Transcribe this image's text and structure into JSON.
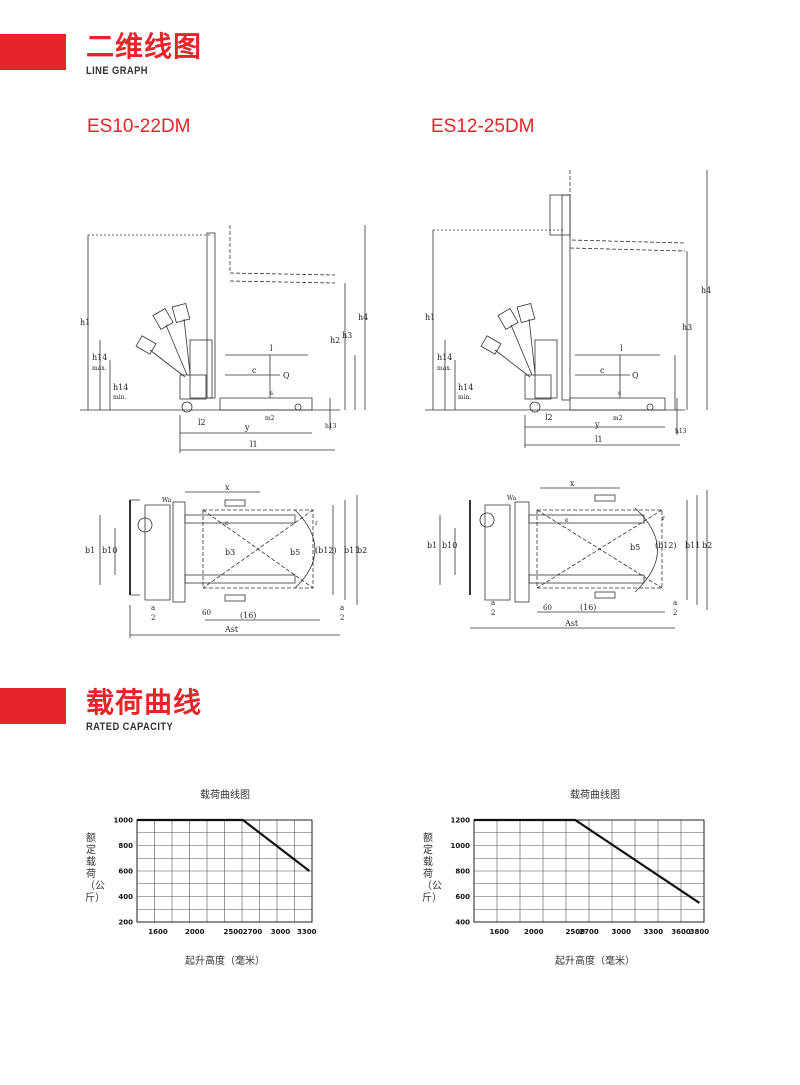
{
  "section1": {
    "title": "二维线图",
    "subtitle": "LINE GRAPH"
  },
  "models": {
    "left": "ES10-22DM",
    "right": "ES12-25DM"
  },
  "dims": {
    "h1": "h1",
    "h2": "h2",
    "h3": "h3",
    "h4": "h4",
    "h13": "h13",
    "h14max": "h14",
    "max": "max.",
    "min": "min.",
    "l": "l",
    "l1": "l1",
    "l2": "l2",
    "c": "c",
    "Q": "Q",
    "s": "s",
    "m2": "m2",
    "y": "y",
    "x": "x",
    "Wa": "Wa",
    "b1": "b1",
    "b10": "b10",
    "b3": "b3",
    "b5": "b5",
    "b12": "(b12)",
    "b11": "b11",
    "b2": "b2",
    "a": "a",
    "two": "2",
    "sixty": "60",
    "sixteen": "(16)",
    "Ast": "Ast",
    "e": "e",
    "r": "r"
  },
  "section2": {
    "title": "载荷曲线",
    "subtitle": "RATED CAPACITY"
  },
  "chart_data": [
    {
      "type": "line",
      "title": "载荷曲线图",
      "xlabel": "起升高度（毫米）",
      "ylabel": "额定载荷（公斤）",
      "x_ticks": [
        "1600",
        "2000",
        "2500",
        "2700",
        "3000",
        "3300"
      ],
      "y_ticks": [
        "200",
        "400",
        "600",
        "800",
        "1000"
      ],
      "xlim": [
        1400,
        3400
      ],
      "ylim": [
        200,
        1000
      ],
      "series": [
        {
          "x": [
            1400,
            2600,
            3350
          ],
          "y": [
            1000,
            1000,
            600
          ]
        }
      ]
    },
    {
      "type": "line",
      "title": "载荷曲线图",
      "xlabel": "起升高度（毫米）",
      "ylabel": "额定载荷（公斤）",
      "x_ticks": [
        "1600",
        "2000",
        "2500",
        "2700",
        "3000",
        "3300",
        "3600",
        "3800"
      ],
      "y_ticks": [
        "400",
        "600",
        "800",
        "1000",
        "1200"
      ],
      "xlim": [
        1400,
        3800
      ],
      "ylim": [
        400,
        1200
      ],
      "series": [
        {
          "x": [
            1400,
            2500,
            3800
          ],
          "y": [
            1200,
            1200,
            550
          ]
        }
      ]
    }
  ]
}
